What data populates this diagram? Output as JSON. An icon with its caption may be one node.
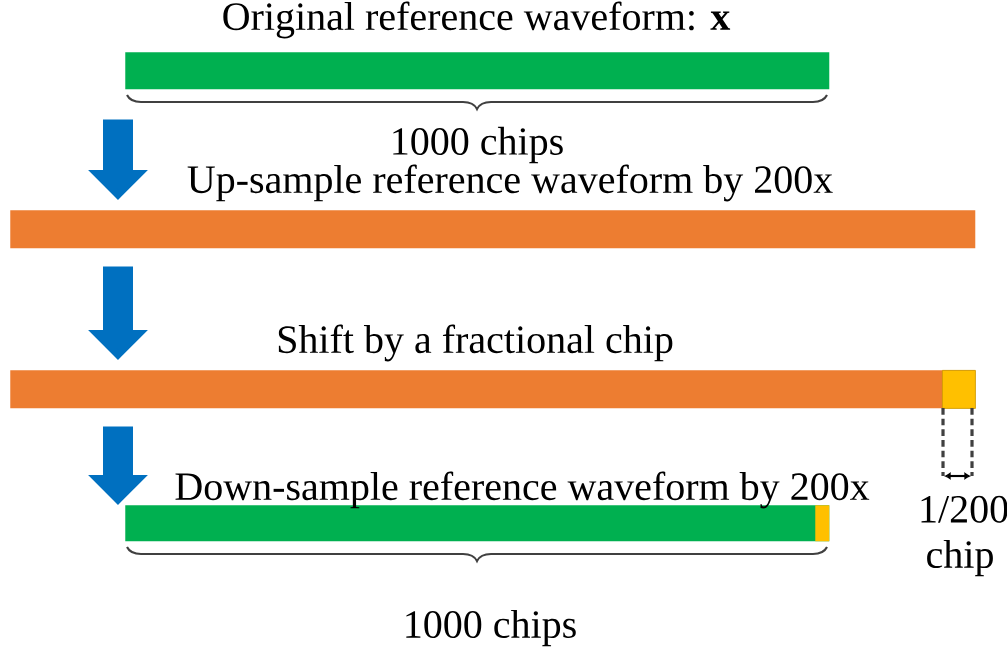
{
  "diagram": {
    "nodes": [
      {
        "text": [
          "Original reference waveform: **x**"
        ],
        "beside": [
          "1000 chips"
        ]
      },
      {
        "text": [
          "Up-sample reference waveform by 200x"
        ]
      },
      {
        "text": [
          "Shift by a fractional chip"
        ]
      },
      {
        "text": [],
        "shape": "box",
        "in": 2
      },
      {
        "text": [
          "Down-sample reference waveform by 200x"
        ],
        "beside": [
          "1000 chips"
        ]
      },
      {
        "text": [],
        "shape": "bar",
        "in": 4
      }
    ],
    "edges": [
      {
        "from": 0,
        "to": 1,
        "arrow": "to"
      },
      {
        "from": 1,
        "to": 2,
        "arrow": "to"
      },
      {
        "from": 2,
        "to": 4,
        "arrow": "to"
      }
    ],
    "labels": [
      "1/200 chip"
    ]
  }
}
